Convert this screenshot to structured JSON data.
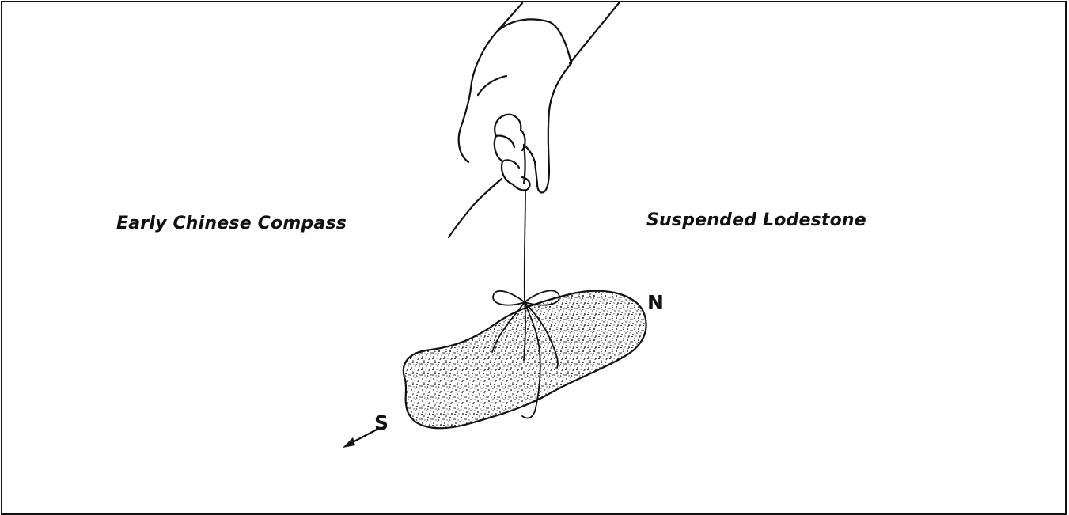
{
  "diagram": {
    "left_label": "Early Chinese Compass",
    "right_label": "Suspended Lodestone",
    "north_label": "N",
    "south_label": "S"
  },
  "colors": {
    "ink": "#111111",
    "background": "#ffffff"
  },
  "icons": [
    "hand-icon",
    "string-icon",
    "bow-icon",
    "lodestone-icon",
    "south-arrow-icon"
  ]
}
